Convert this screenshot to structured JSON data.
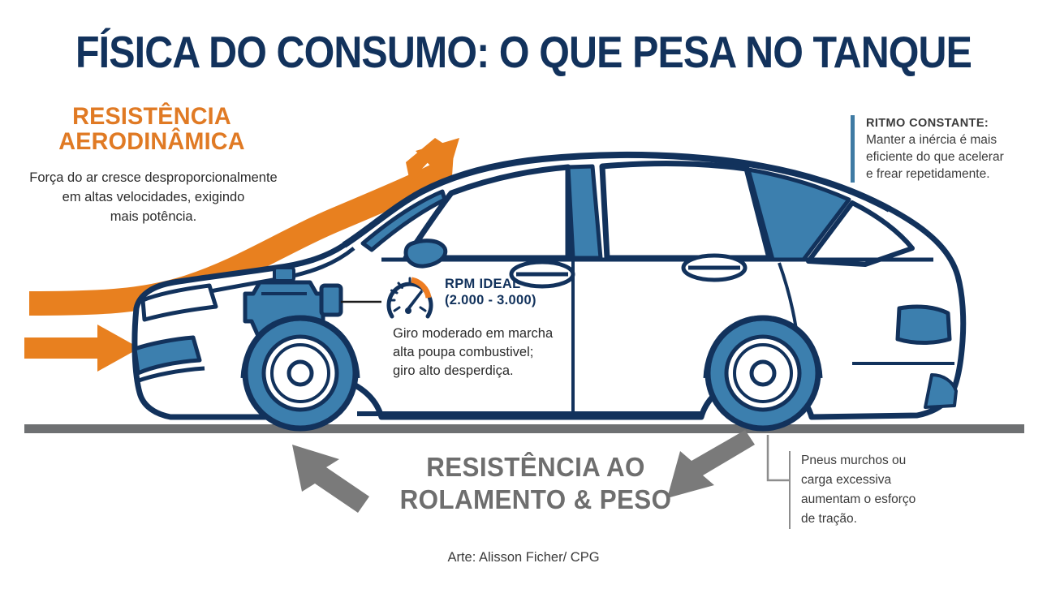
{
  "title": "FÍSICA DO CONSUMO: O QUE PESA NO TANQUE",
  "aero": {
    "heading_line1": "RESISTÊNCIA",
    "heading_line2": "AERODINÂMICA",
    "body_line1": "Força do ar cresce desproporcionalmente",
    "body_line2": "em altas velocidades, exigindo",
    "body_line3": "mais potência."
  },
  "ritmo": {
    "heading": "RITMO CONSTANTE:",
    "line1": "Manter a inércia é mais",
    "line2": "eficiente do que acelerar",
    "line3": "e frear repetidamente."
  },
  "rpm": {
    "title_line1": "RPM IDEAL",
    "title_line2": "(2.000 - 3.000)",
    "body_line1": "Giro moderado em marcha",
    "body_line2": "alta poupa combustivel;",
    "body_line3": "giro alto desperdiça."
  },
  "rolamento": {
    "line1": "RESISTÊNCIA AO",
    "line2": "ROLAMENTO & PESO"
  },
  "pneus": {
    "line1": "Pneus murchos ou",
    "line2": "carga excessiva",
    "line3": "aumentam o esforço",
    "line4": "de tração."
  },
  "credit": "Arte: Alisson Ficher/ CPG",
  "colors": {
    "navy": "#12325c",
    "title_navy": "#12325c",
    "orange": "#e8801f",
    "steel_blue": "#3f7ba4",
    "wheel_blue": "#3c7fae",
    "gray_arrow": "#7a7a7a",
    "road_gray": "#6e7072",
    "text_dark": "#2b2b2b",
    "heading_gray": "#6e6e6e"
  },
  "icons": {
    "gauge": "rpm-gauge-icon",
    "airflow_arrow": "airflow-arrow-icon",
    "drag_arrow": "drag-arrow-icon",
    "rolling-resistance-arrow-left": "rolling-resistance-arrow-icon",
    "rolling-resistance-arrow-right": "rolling-resistance-arrow-icon"
  }
}
